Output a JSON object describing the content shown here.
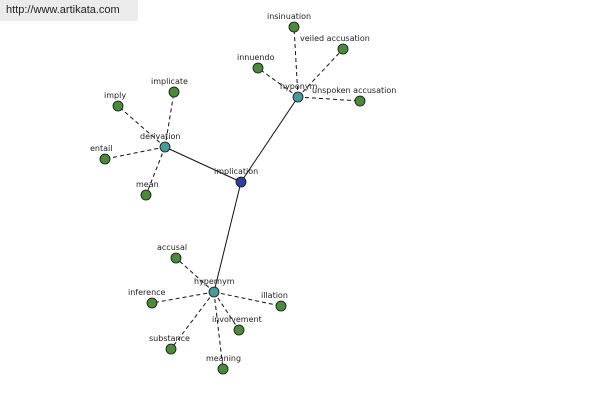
{
  "site_url": "http://www.artikata.com",
  "colors": {
    "center": "#2f3f9a",
    "hub": "#4a9a9a",
    "leaf": "#4a8a3a",
    "banner": "#ebebeb"
  },
  "nodes": {
    "center": {
      "label": "implication"
    },
    "derivation": {
      "label": "derivation"
    },
    "hyponym": {
      "label": "hyponym"
    },
    "hypernym": {
      "label": "hypernym"
    },
    "imply": {
      "label": "imply"
    },
    "implicate": {
      "label": "implicate"
    },
    "entail": {
      "label": "entail"
    },
    "mean": {
      "label": "mean"
    },
    "insinuation": {
      "label": "insinuation"
    },
    "veiled_accusation": {
      "label": "veiled accusation"
    },
    "innuendo": {
      "label": "innuendo"
    },
    "unspoken_accusation": {
      "label": "unspoken accusation"
    },
    "accusal": {
      "label": "accusal"
    },
    "inference": {
      "label": "inference"
    },
    "illation": {
      "label": "illation"
    },
    "involvement": {
      "label": "involvement"
    },
    "substance": {
      "label": "substance"
    },
    "meaning": {
      "label": "meaning"
    }
  }
}
